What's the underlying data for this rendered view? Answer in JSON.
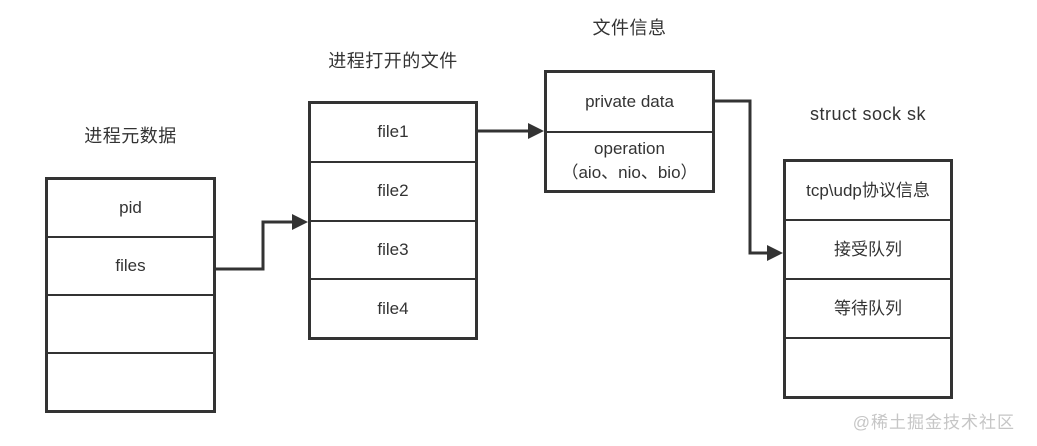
{
  "diagram": {
    "tables": [
      {
        "title": "进程元数据",
        "rows": [
          [
            "pid"
          ],
          [
            "files"
          ],
          [],
          []
        ]
      },
      {
        "title": "进程打开的文件",
        "rows": [
          [
            "file1"
          ],
          [
            "file2"
          ],
          [
            "file3"
          ],
          [
            "file4"
          ]
        ]
      },
      {
        "title": "文件信息",
        "rows": [
          [
            "private data"
          ],
          [
            "operation",
            "（aio、nio、bio）"
          ]
        ]
      },
      {
        "title": "struct sock sk",
        "rows": [
          [
            "tcp\\udp协议信息"
          ],
          [
            "接受队列"
          ],
          [
            "等待队列"
          ],
          []
        ]
      }
    ],
    "connectors": [
      {
        "from": "files",
        "to": "进程打开的文件"
      },
      {
        "from": "file1",
        "to": "文件信息"
      },
      {
        "from": "private data",
        "to": "struct sock sk"
      }
    ],
    "watermark": "@稀土掘金技术社区",
    "colors": {
      "line": "#333333",
      "text": "#333333",
      "watermark": "#c6c6c6",
      "background": "#ffffff"
    }
  }
}
